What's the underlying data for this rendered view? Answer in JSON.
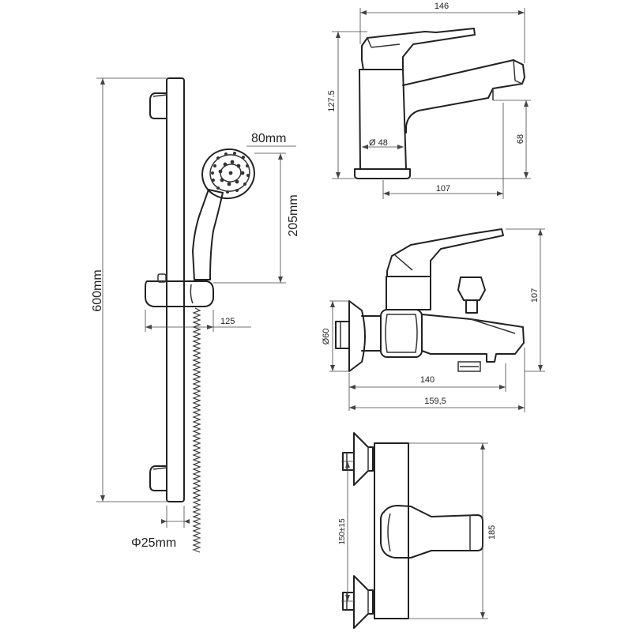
{
  "shower_rail": {
    "height_label": "600mm",
    "head_diameter_label": "80mm",
    "handle_length_label": "205mm",
    "bracket_offset_label": "125",
    "rail_diameter_label": "Φ25mm"
  },
  "basin_mixer": {
    "width_label": "146",
    "height_label": "127.5",
    "base_diameter_label": "Ø 48",
    "spout_height_label": "68",
    "spout_reach_label": "107"
  },
  "bath_mixer_side": {
    "flange_diameter_label": "Ø60",
    "height_label": "107",
    "spout_length_label": "140",
    "total_depth_label": "159,5"
  },
  "bath_mixer_front": {
    "centers_label": "150±15",
    "width_label": "185"
  }
}
